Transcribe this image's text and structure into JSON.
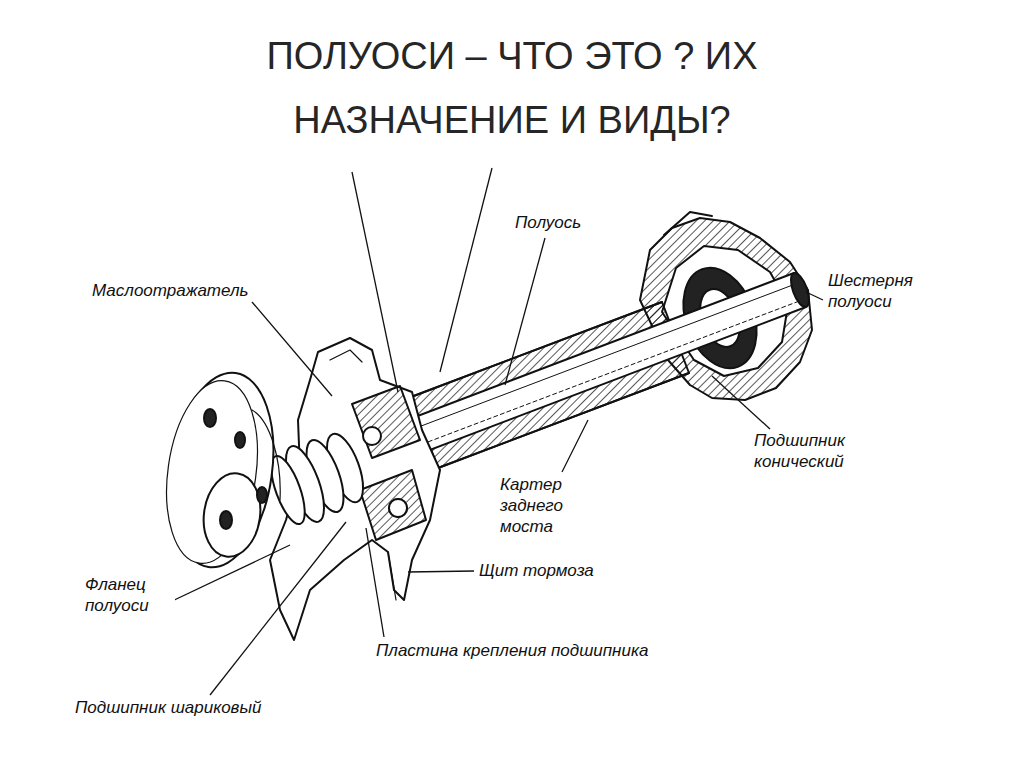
{
  "diagram": {
    "title": "ПОЛУОСИ – ЧТО ЭТО ? ИХ НАЗНАЧЕНИЕ И ВИДЫ?",
    "labels": [
      "Маслоотражатель",
      "Полуось",
      "Шестерня полуоси",
      "Подшипник конический",
      "Картер заднего моста",
      "Щит тормоза",
      "Фланец полуоси",
      "Пластина крепления подшипника",
      "Подшипник шариковый"
    ]
  }
}
